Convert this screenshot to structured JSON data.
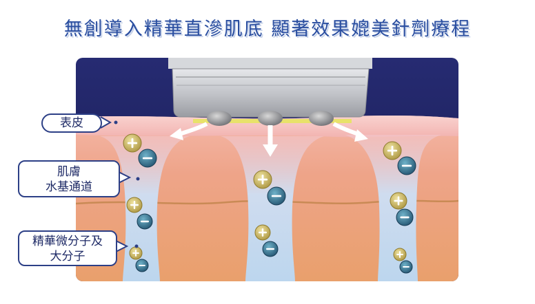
{
  "title": "無創導入精華直滲肌底 顯著效果媲美針劑療程",
  "labels": {
    "epidermis": "表皮",
    "channel_line1": "肌膚",
    "channel_line2": "水基通道",
    "particles_line1": "精華微分子及",
    "particles_line2": "大分子"
  },
  "colors": {
    "title": "#2a4ea0",
    "background_dark": "#1e2460",
    "epidermis": "#f6c6c6",
    "dermis": "#eaa07a",
    "channel": "#c9dced",
    "positive_ion": "#c9b45a",
    "negative_ion": "#2f6f8c",
    "callout_border": "#2c3f86"
  },
  "icons": [
    "plus-ion-icon",
    "minus-ion-icon",
    "arrow-icon",
    "device-head-icon"
  ]
}
